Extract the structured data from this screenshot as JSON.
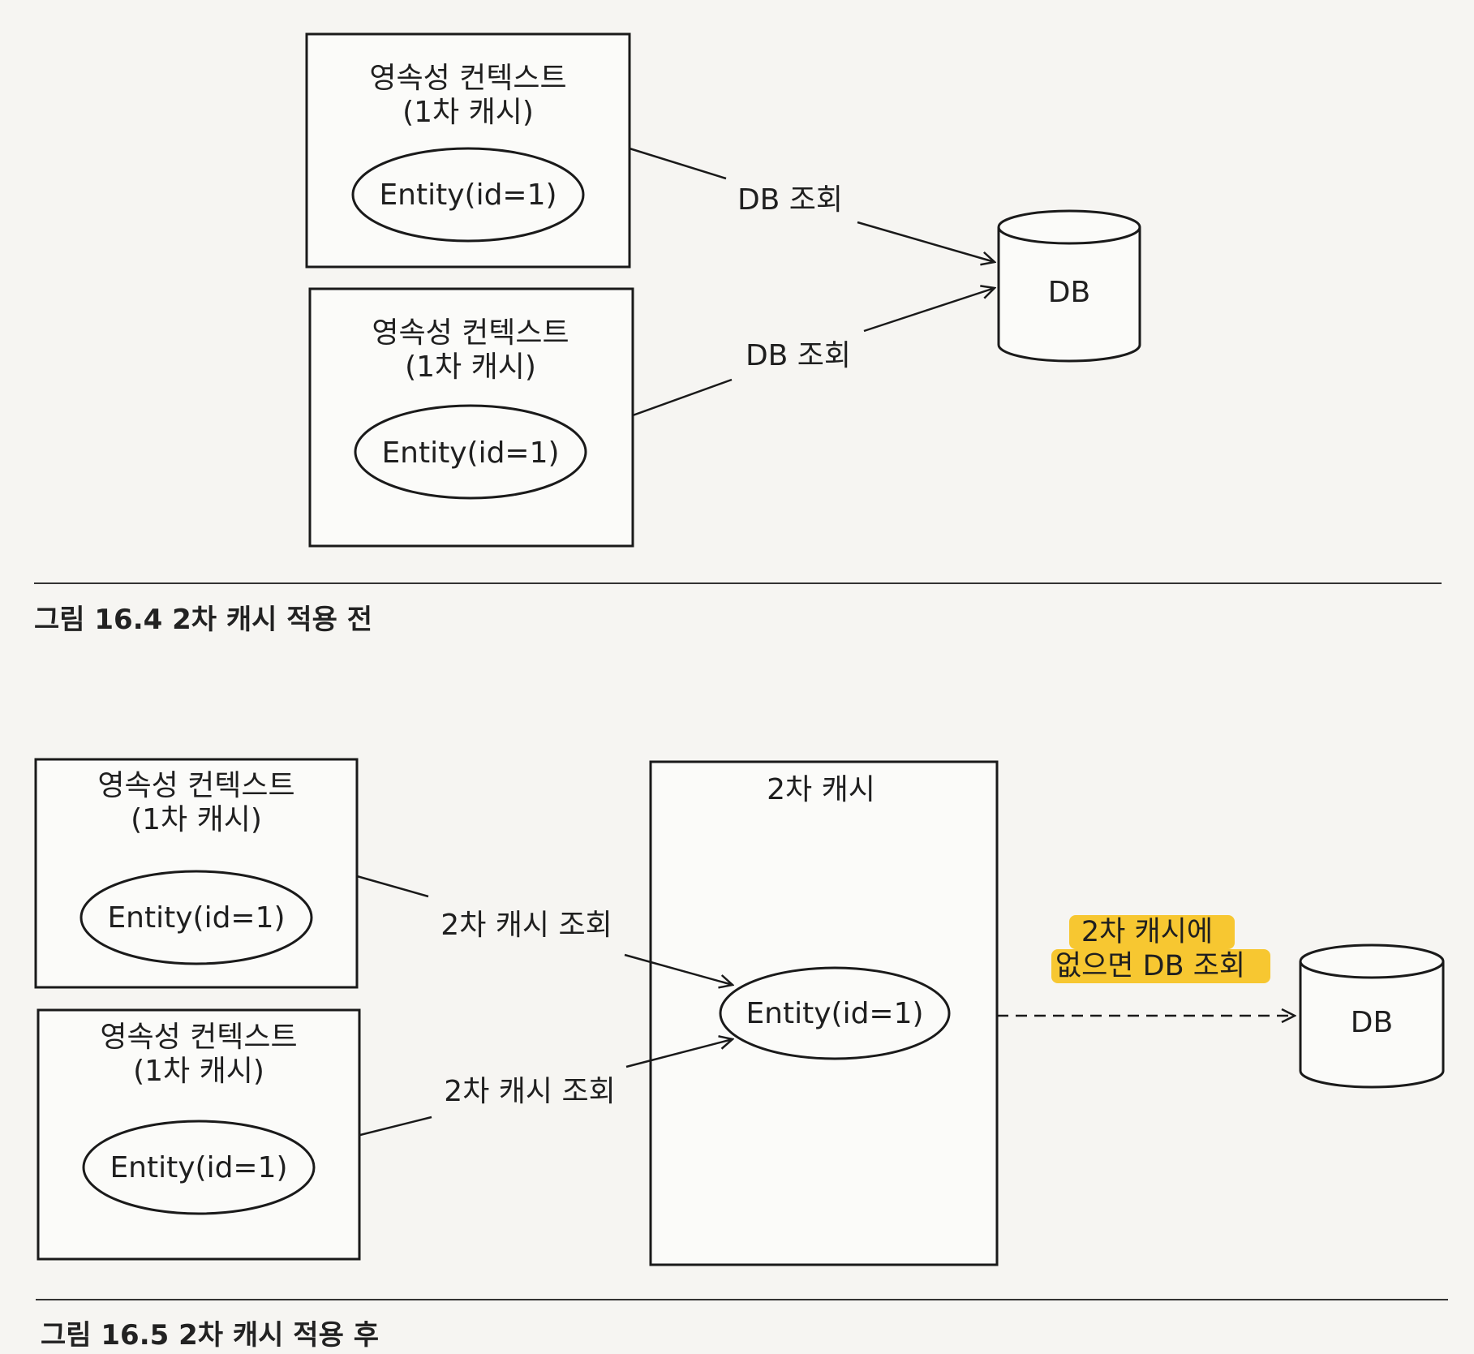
{
  "figure1": {
    "context1": {
      "title_line1": "영속성 컨텍스트",
      "title_line2": "(1차 캐시)",
      "entity": "Entity(id=1)"
    },
    "context2": {
      "title_line1": "영속성 컨텍스트",
      "title_line2": "(1차 캐시)",
      "entity": "Entity(id=1)"
    },
    "edge1_label": "DB 조회",
    "edge2_label": "DB 조회",
    "db_label": "DB",
    "caption": "그림 16.4 2차 캐시 적용 전"
  },
  "figure2": {
    "context1": {
      "title_line1": "영속성 컨텍스트",
      "title_line2": "(1차 캐시)",
      "entity": "Entity(id=1)"
    },
    "context2": {
      "title_line1": "영속성 컨텍스트",
      "title_line2": "(1차 캐시)",
      "entity": "Entity(id=1)"
    },
    "edge1_label": "2차 캐시 조회",
    "edge2_label": "2차 캐시 조회",
    "cache_title": "2차 캐시",
    "cache_entity": "Entity(id=1)",
    "miss_label_line1": "2차 캐시에",
    "miss_label_line2": "없으면 DB 조회",
    "db_label": "DB",
    "caption": "그림 16.5 2차 캐시 적용 후"
  },
  "colors": {
    "highlight": "#f7c21c",
    "ink": "#1a1a1a",
    "paper": "#f6f5f2"
  }
}
